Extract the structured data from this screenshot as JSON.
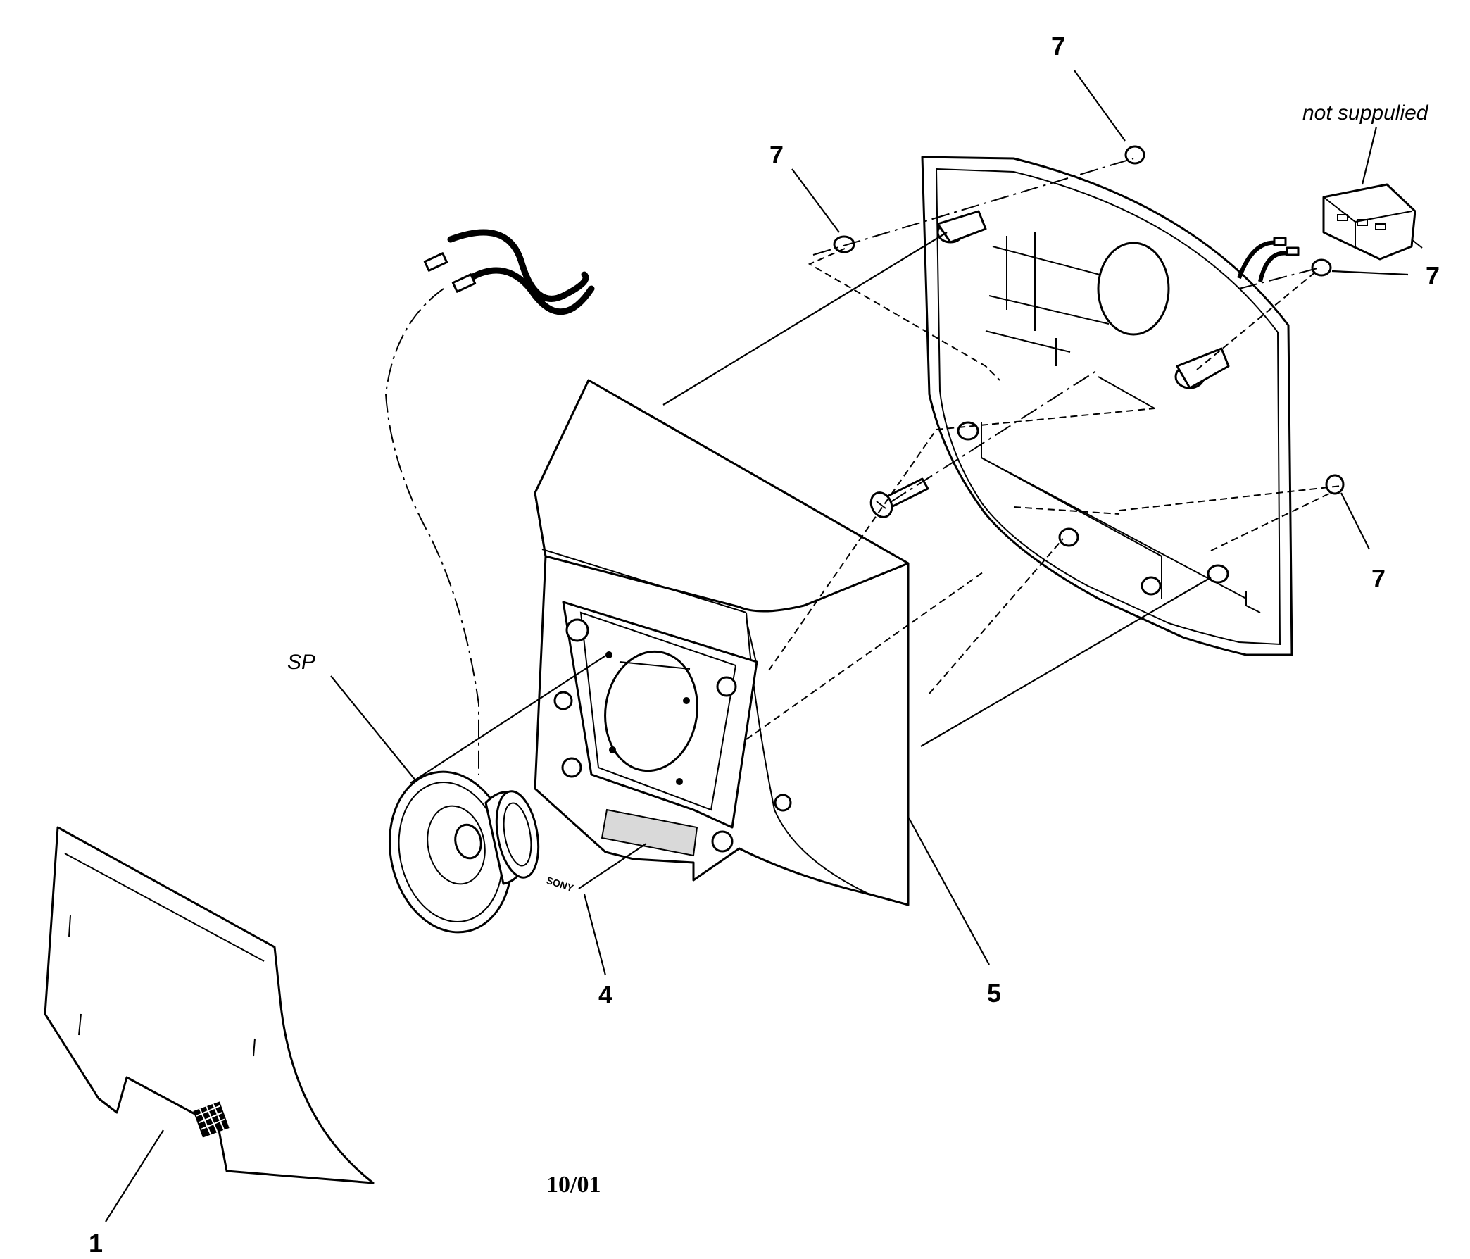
{
  "callouts": {
    "label_1": "1",
    "label_4": "4",
    "label_5": "5",
    "label_7_a": "7",
    "label_7_b": "7",
    "label_7_c": "7",
    "label_7_d": "7",
    "label_sp": "SP"
  },
  "notes": {
    "not_supplied": "not suppulied",
    "logo_text": "SONY"
  },
  "footer": {
    "date_code": "10/01"
  }
}
